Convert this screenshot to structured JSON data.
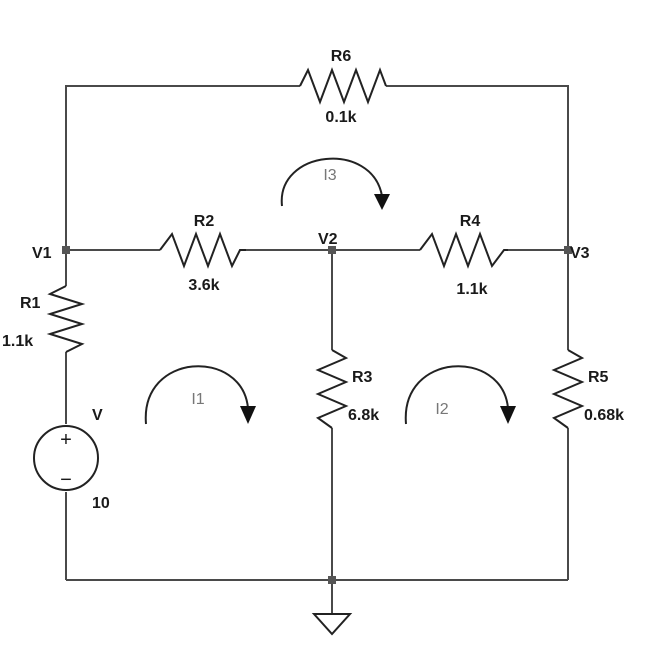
{
  "nodes": {
    "v1": "V1",
    "v2": "V2",
    "v3": "V3"
  },
  "components": {
    "r1": {
      "name": "R1",
      "value": "1.1k"
    },
    "r2": {
      "name": "R2",
      "value": "3.6k"
    },
    "r3": {
      "name": "R3",
      "value": "6.8k"
    },
    "r4": {
      "name": "R4",
      "value": "1.1k"
    },
    "r5": {
      "name": "R5",
      "value": "0.68k"
    },
    "r6": {
      "name": "R6",
      "value": "0.1k"
    },
    "source": {
      "name": "V",
      "value": "10",
      "plus": "+",
      "minus": "−"
    }
  },
  "loops": {
    "i1": "I1",
    "i2": "I2",
    "i3": "I3"
  },
  "colors": {
    "wire": "#4a4a4a",
    "component": "#222222",
    "loop_label": "#777777"
  }
}
